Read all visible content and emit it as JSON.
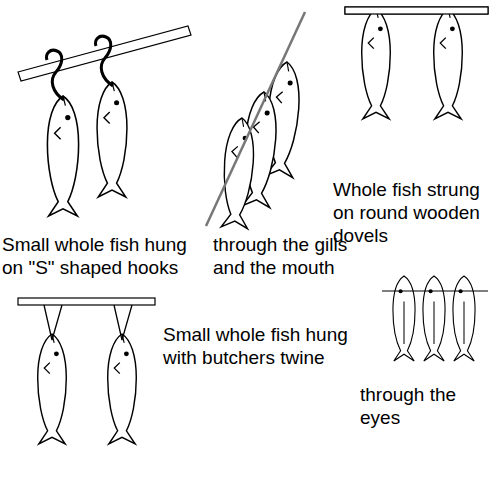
{
  "diagram": {
    "labels": [
      "Small whole fish hung on \"S\" shaped hooks",
      "through the gills and the mouth",
      "Whole fish strung on round wooden dovels",
      "Small whole fish hung with butchers twine",
      "through the eyes"
    ]
  }
}
